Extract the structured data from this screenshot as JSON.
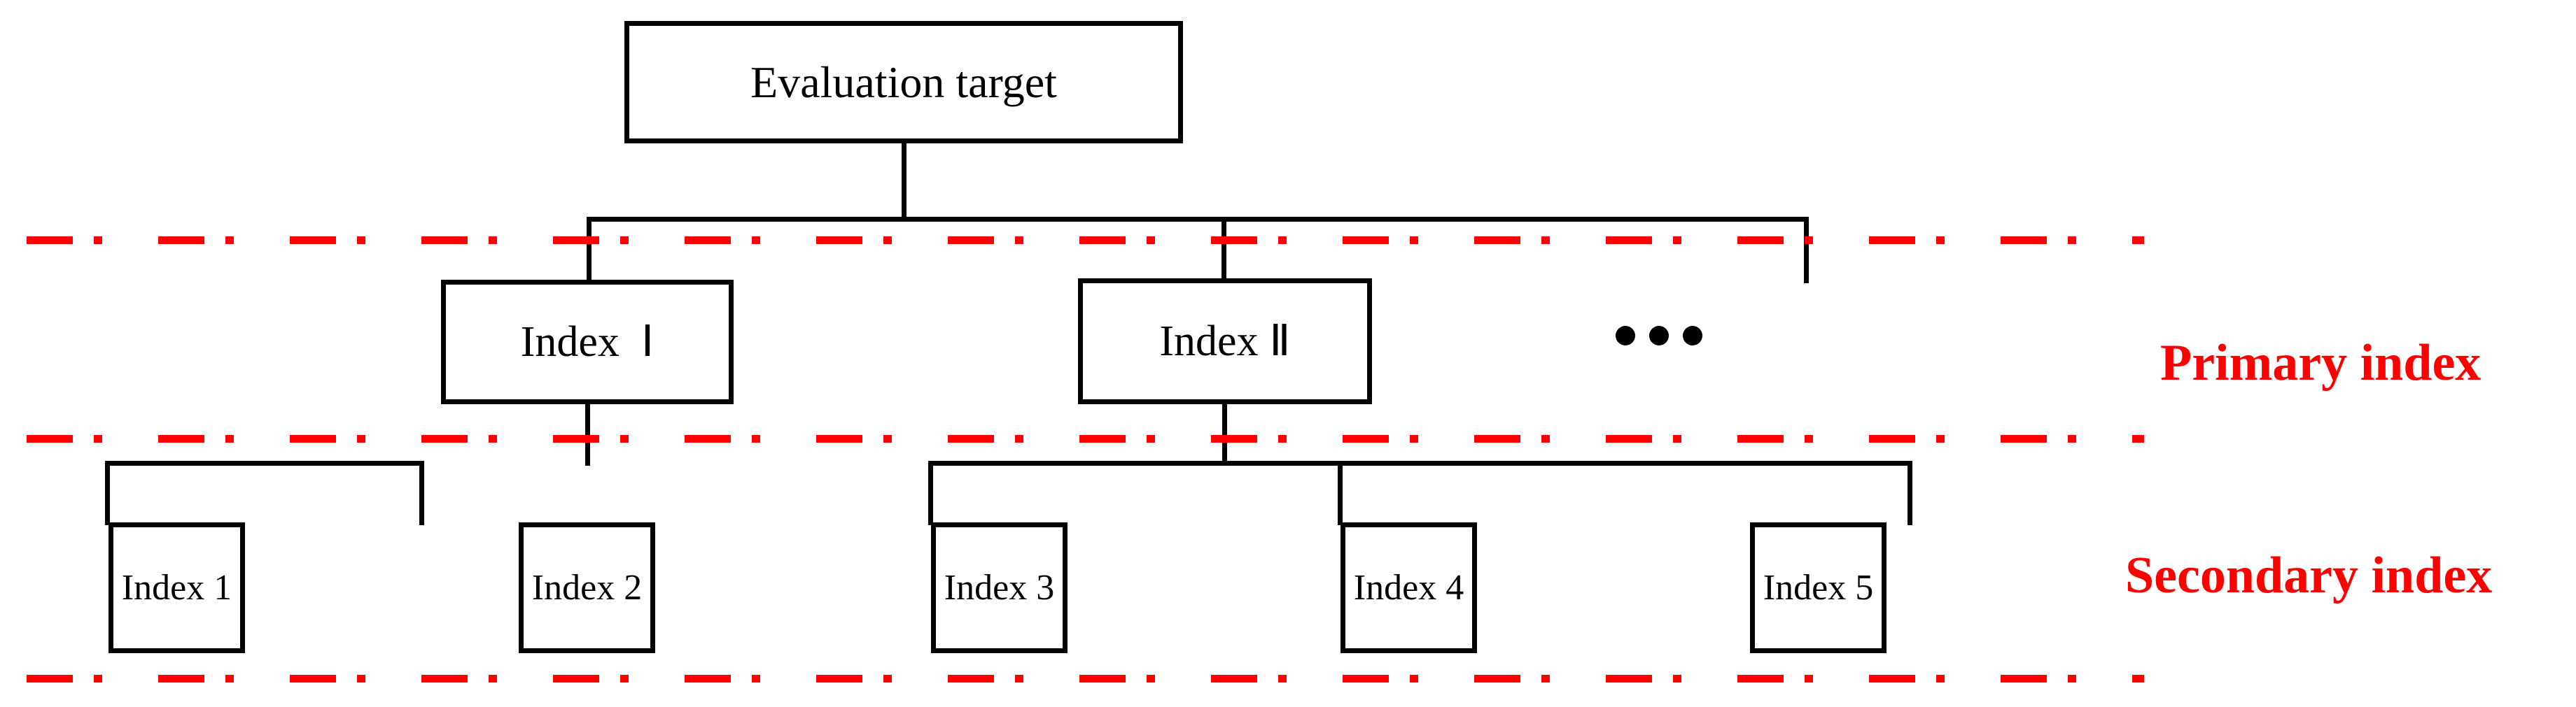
{
  "diagram": {
    "title_text": "Evaluation target",
    "root": {
      "label": "Evaluation target"
    },
    "primary": {
      "band_label": "Primary index",
      "nodes": [
        {
          "label": "Index  Ⅰ"
        },
        {
          "label": "Index Ⅱ"
        }
      ],
      "more_indicator": "•••"
    },
    "secondary": {
      "band_label": "Secondary index",
      "nodes": [
        {
          "label": "Index 1"
        },
        {
          "label": "Index 2"
        },
        {
          "label": "Index 3"
        },
        {
          "label": "Index 4"
        },
        {
          "label": "Index 5"
        }
      ]
    },
    "colors": {
      "separator": "#ff0000",
      "band_label": "#ff0000",
      "box_border": "#000000",
      "box_fill": "#ffffff",
      "connector": "#000000"
    }
  }
}
